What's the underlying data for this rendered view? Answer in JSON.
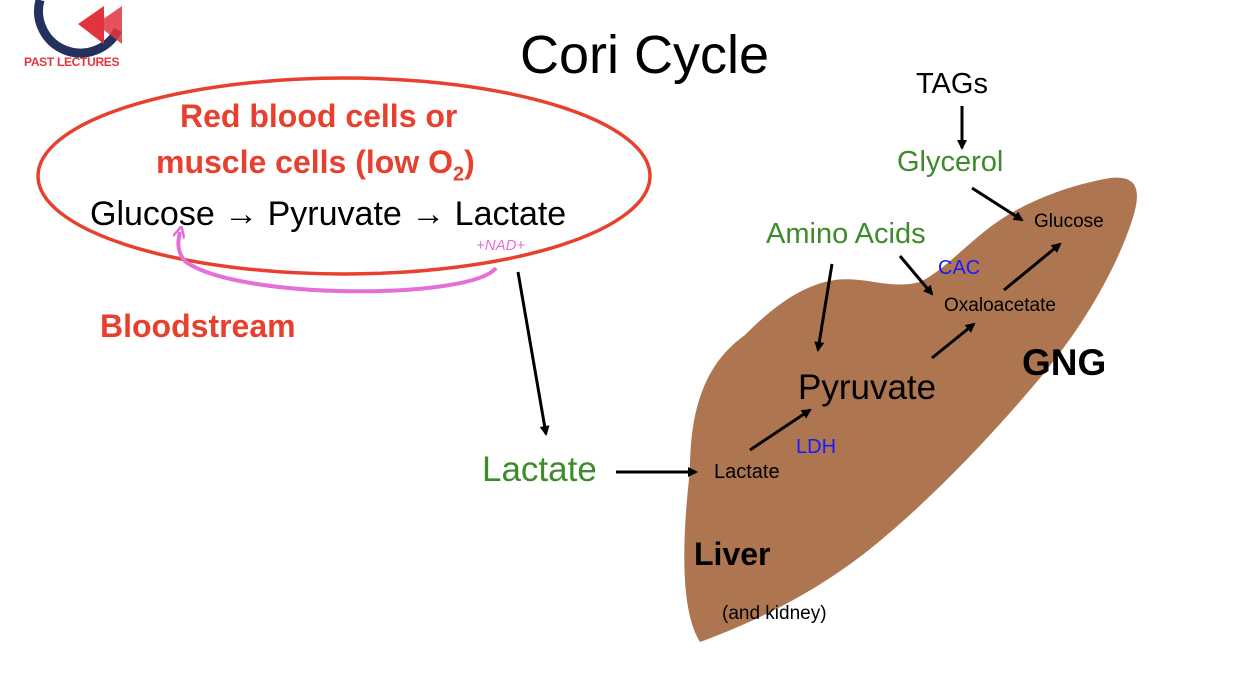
{
  "slide": {
    "title": "Cori Cycle",
    "logo_text": "PAST LECTURES"
  },
  "muscle_side": {
    "line1": "Red blood cells or",
    "line2_prefix": "muscle cells (low O",
    "line2_subscript": "2",
    "line2_suffix": ")",
    "reaction": "Glucose → Pyruvate → Lactate",
    "nad_annotation": "+NAD+",
    "bloodstream_label": "Bloodstream",
    "lactate_exported": "Lactate"
  },
  "liver_side": {
    "tags": "TAGs",
    "glycerol": "Glycerol",
    "amino_acids": "Amino Acids",
    "glucose": "Glucose",
    "cac": "CAC",
    "oxaloacetate": "Oxaloacetate",
    "gng": "GNG",
    "pyruvate": "Pyruvate",
    "ldh": "LDH",
    "lactate": "Lactate",
    "liver_label": "Liver",
    "kidney_note": "(and kidney)"
  },
  "colors": {
    "liver_fill": "#ad7651",
    "ellipse_stroke": "#e8402f",
    "green_label": "#3f8a2a",
    "blue_label": "#1a1aff",
    "pink_annotation": "#e46fd6",
    "logo_blue": "#23315e",
    "logo_red": "#e2343f"
  }
}
